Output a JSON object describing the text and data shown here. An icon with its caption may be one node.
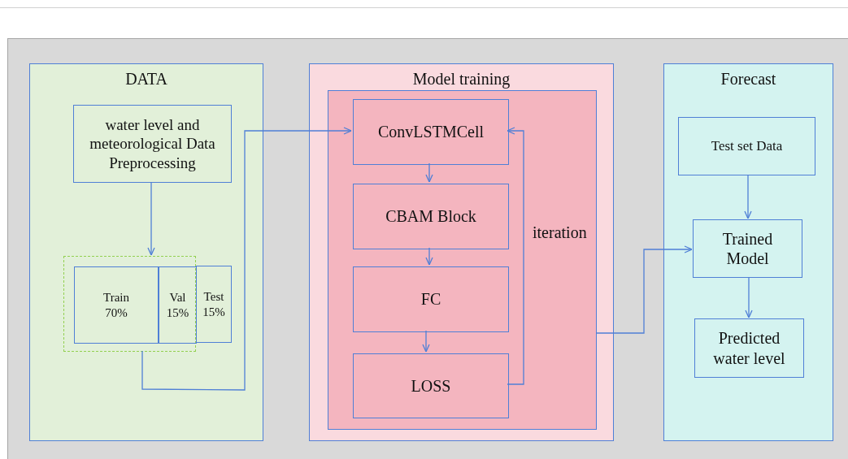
{
  "diagram": {
    "nodes": [
      {
        "text": [
          "DATA"
        ]
      },
      {
        "text": [
          "water level and meteorological Data Preprocessing"
        ],
        "in": 0
      },
      {
        "text": [],
        "shape": "box",
        "in": 0
      },
      {
        "text": [
          "Train 70%"
        ],
        "in": 2
      },
      {
        "text": [
          "Val 15%"
        ],
        "in": 2
      },
      {
        "text": [
          "Test 15%"
        ],
        "in": 0
      },
      {
        "text": [
          "Model training"
        ]
      },
      {
        "text": [],
        "shape": "box",
        "in": 6
      },
      {
        "text": [
          "ConvLSTMCell"
        ],
        "in": 7
      },
      {
        "text": [
          "CBAM Block"
        ],
        "in": 7
      },
      {
        "text": [
          "FC"
        ],
        "in": 7
      },
      {
        "text": [
          "LOSS"
        ],
        "in": 7
      },
      {
        "text": [
          "Forecast"
        ]
      },
      {
        "text": [
          "Test set Data"
        ],
        "in": 12
      },
      {
        "text": [
          "Trained Model"
        ],
        "in": 12
      },
      {
        "text": [
          "Predicted water level"
        ],
        "in": 12
      }
    ],
    "edges": [
      {
        "from": 1,
        "to": 2,
        "arrow": "to"
      },
      {
        "from": 2,
        "to": 8,
        "arrow": "to"
      },
      {
        "from": 8,
        "to": 9,
        "arrow": "to"
      },
      {
        "from": 9,
        "to": 10,
        "arrow": "to"
      },
      {
        "from": 10,
        "to": 11,
        "arrow": "to"
      },
      {
        "from": 11,
        "to": 8,
        "arrow": "to"
      },
      {
        "from": 7,
        "to": 14,
        "arrow": "to"
      },
      {
        "from": 13,
        "to": 14,
        "arrow": "to"
      },
      {
        "from": 14,
        "to": 15,
        "arrow": "to"
      }
    ],
    "labels": [
      "iteration"
    ]
  }
}
